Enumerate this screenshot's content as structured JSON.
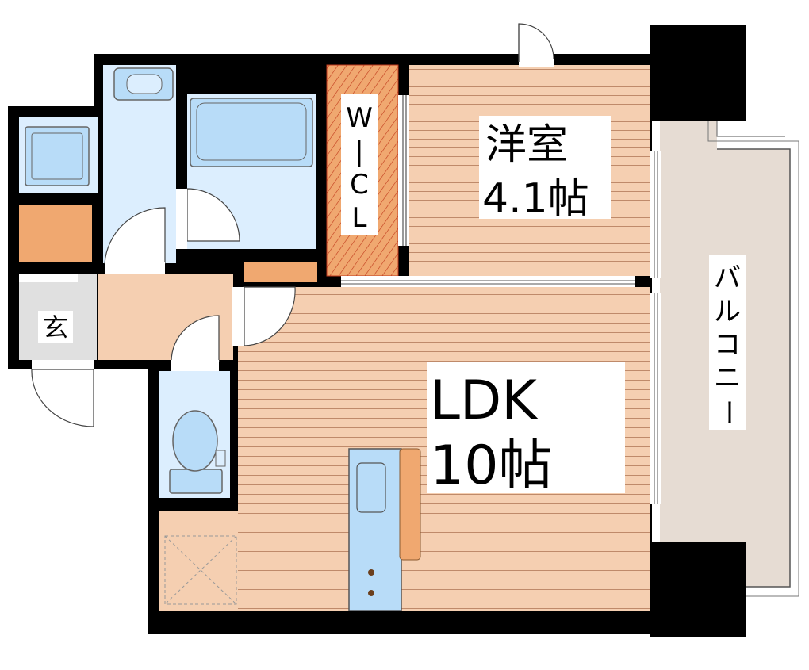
{
  "rooms": {
    "western": {
      "name": "洋室",
      "size": "4.1帖"
    },
    "ldk": {
      "name": "LDK",
      "size": "10帖"
    },
    "wcl": [
      "W",
      "|",
      "C",
      "L"
    ],
    "entrance": "玄",
    "balcony": [
      "バ",
      "ル",
      "コ",
      "ニ",
      "ー"
    ]
  },
  "colors": {
    "wall": "#000000",
    "wood_floor": "#f5cfb1",
    "floor_line": "#bf8a6a",
    "wet_area": "#dceefe",
    "fixture_blue": "#b8dcf8",
    "storage_orange": "#f0a870",
    "balcony": "#e6dcd3",
    "entrance_gray": "#e0e0e0"
  }
}
